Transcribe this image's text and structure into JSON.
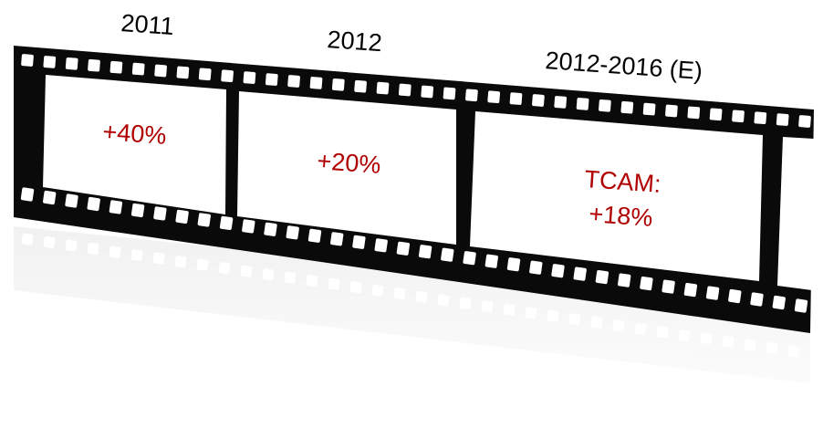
{
  "colors": {
    "film": "#0a0a0a",
    "frame": "#ffffff",
    "value_text": "#b00000",
    "year_text": "#000000",
    "reflection": "#d9d9d9"
  },
  "frames": [
    {
      "year": "2011",
      "value": "+40%"
    },
    {
      "year": "2012",
      "value": "+20%"
    },
    {
      "year": "2012-2016 (E)",
      "value_line1": "TCAM:",
      "value_line2": "+18%"
    }
  ]
}
